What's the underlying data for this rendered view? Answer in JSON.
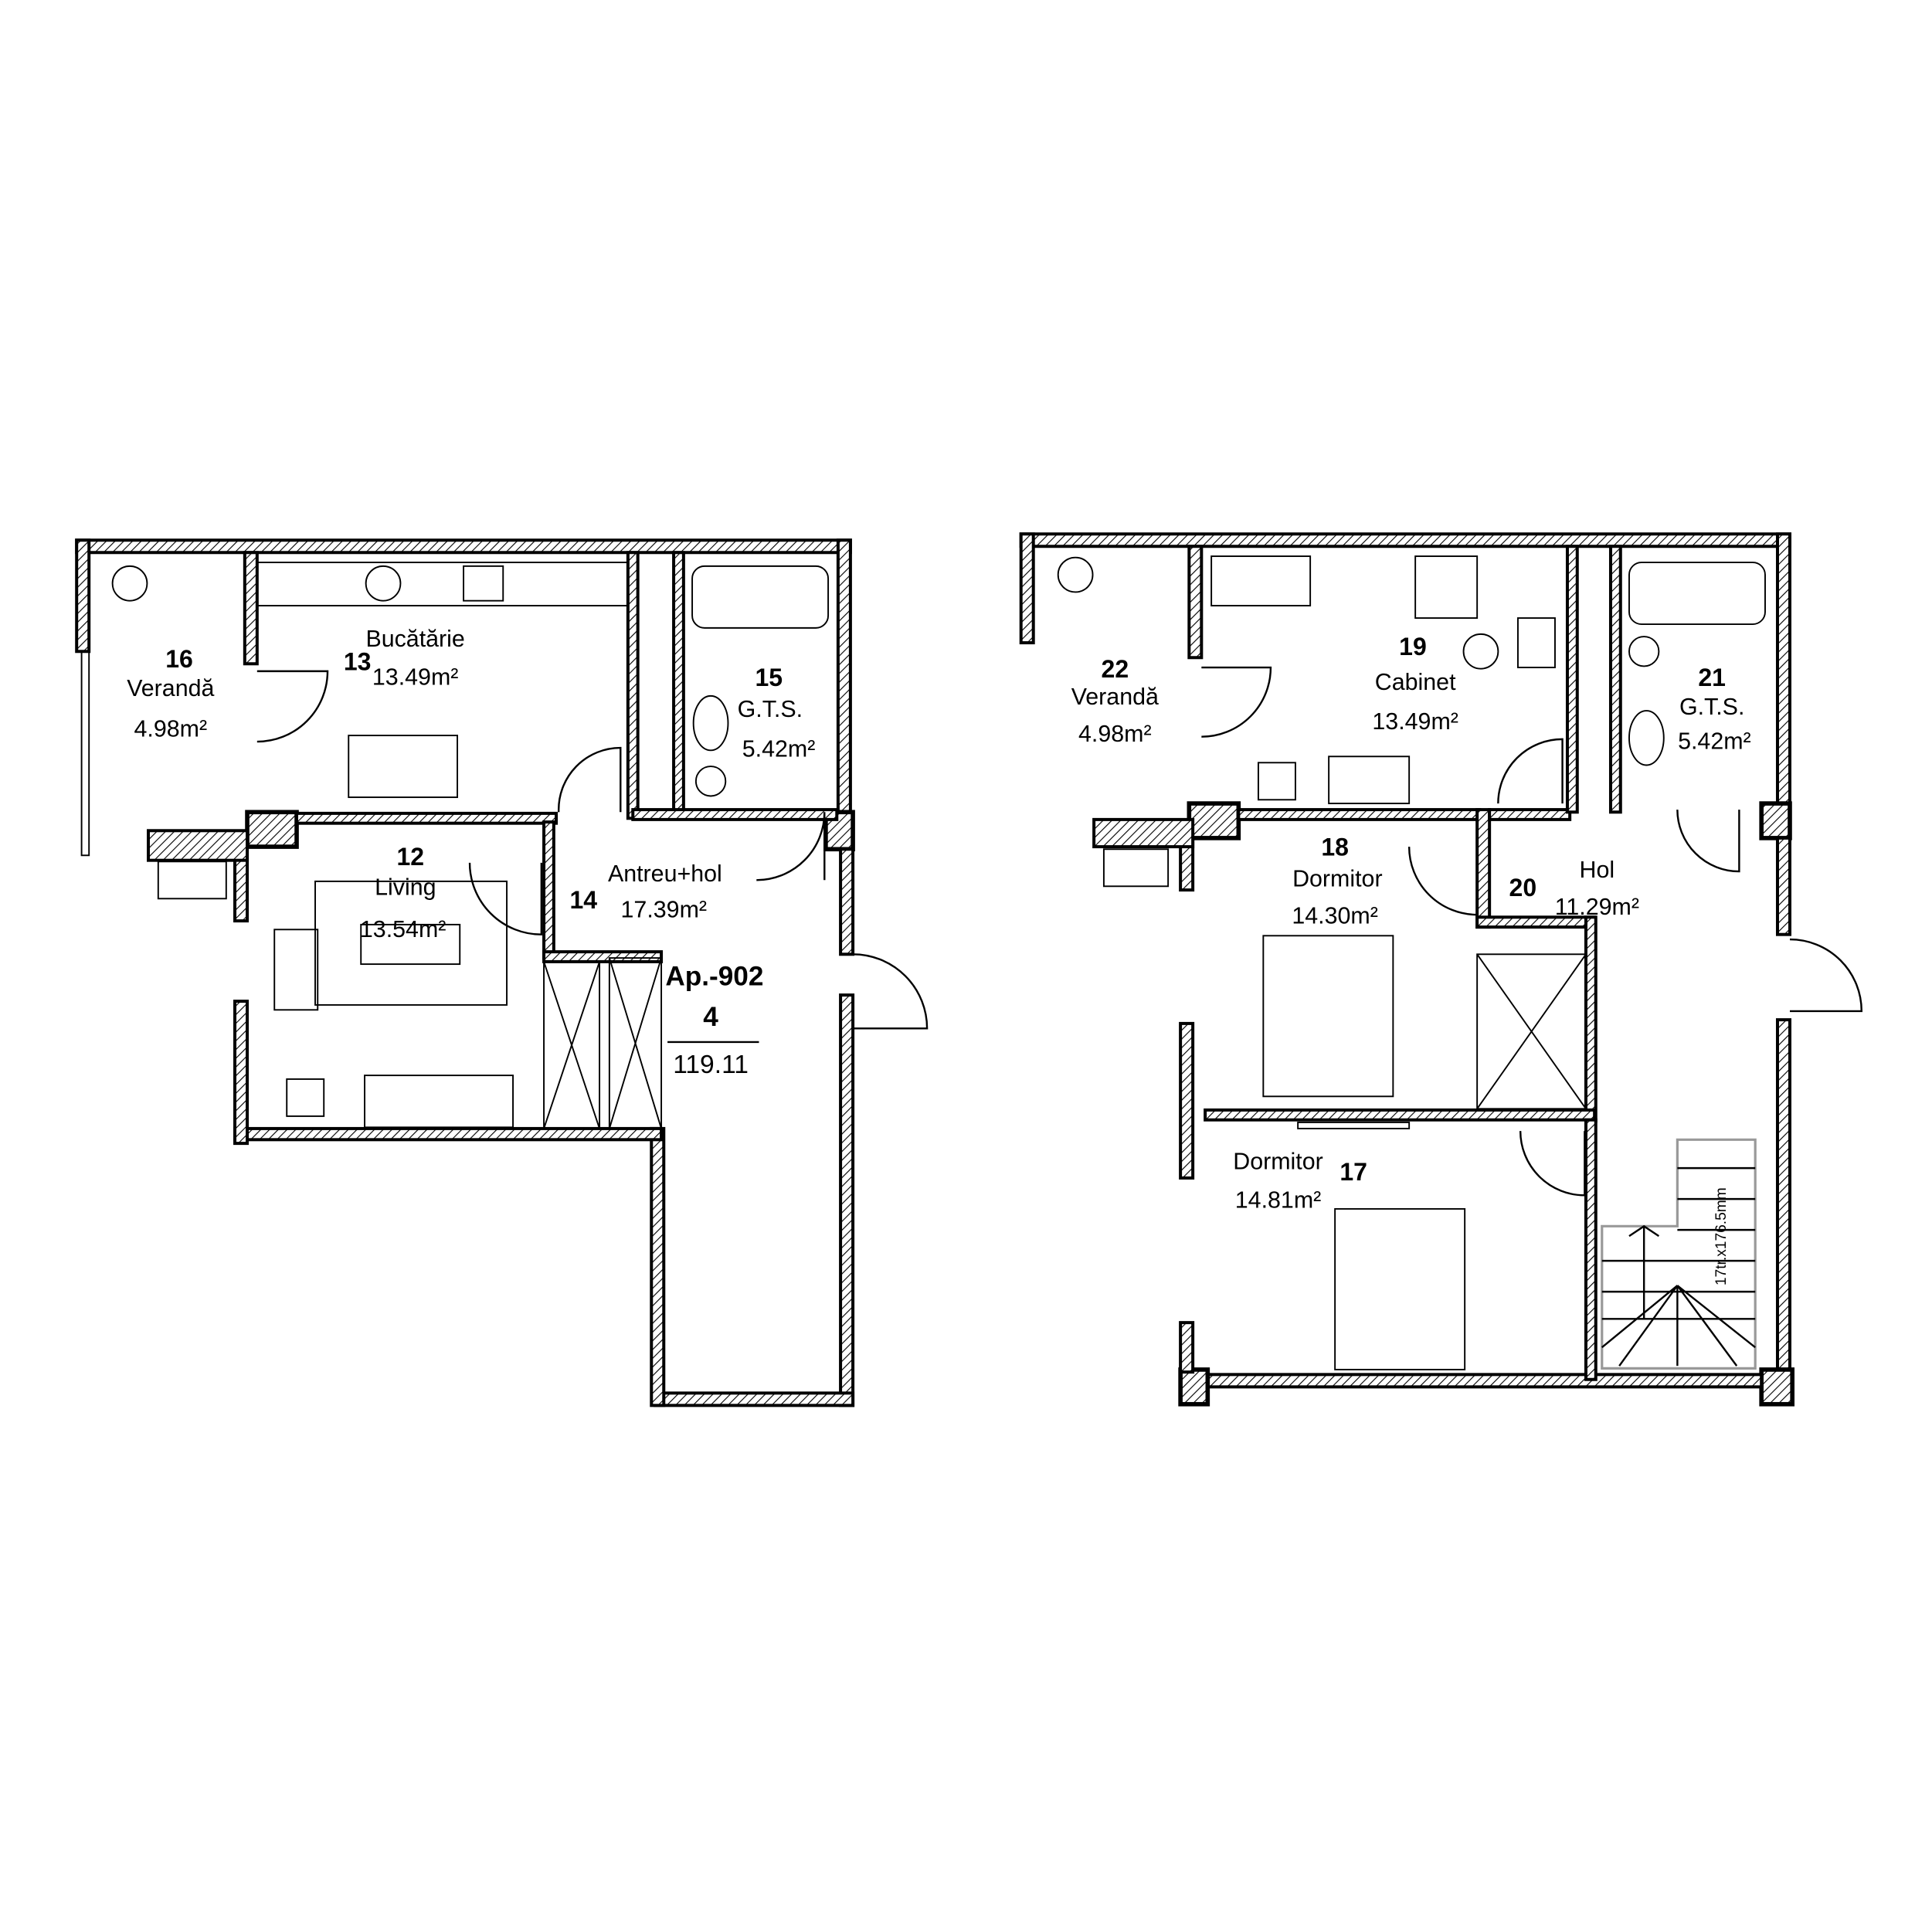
{
  "plan_left": {
    "rooms": [
      {
        "number": "16",
        "name": "Verandă",
        "area": "4.98m²"
      },
      {
        "number": "13",
        "name": "Bucătărie",
        "area": "13.49m²"
      },
      {
        "number": "15",
        "name": "G.T.S.",
        "area": "5.42m²"
      },
      {
        "number": "12",
        "name": "Living",
        "area": "13.54m²"
      },
      {
        "number": "14",
        "name": "Antreu+hol",
        "area": "17.39m²"
      }
    ],
    "apartment": {
      "label": "Ap.-902",
      "rooms_count": "4",
      "total_area": "119.11"
    }
  },
  "plan_right": {
    "rooms": [
      {
        "number": "22",
        "name": "Verandă",
        "area": "4.98m²"
      },
      {
        "number": "19",
        "name": "Cabinet",
        "area": "13.49m²"
      },
      {
        "number": "21",
        "name": "G.T.S.",
        "area": "5.42m²"
      },
      {
        "number": "18",
        "name": "Dormitor",
        "area": "14.30m²"
      },
      {
        "number": "20",
        "name": "Hol",
        "area": "11.29m²"
      },
      {
        "number": "17",
        "name": "Dormitor",
        "area": "14.81m²"
      }
    ],
    "stair_label": "17tr.x176.5mm"
  }
}
